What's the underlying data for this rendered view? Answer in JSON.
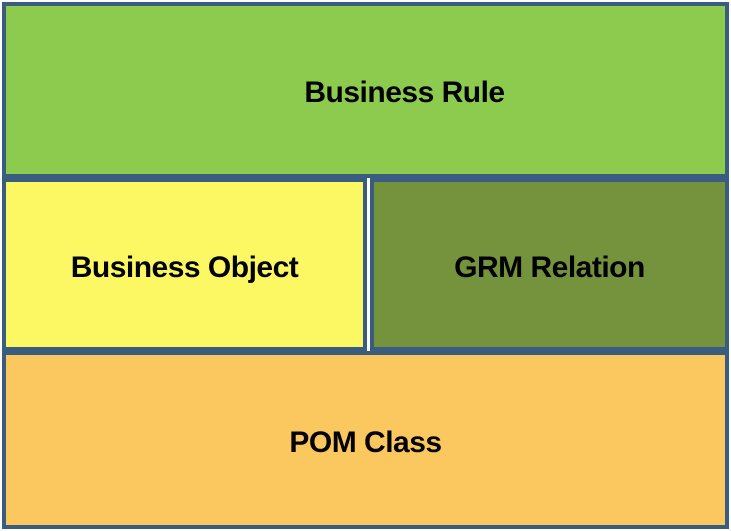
{
  "diagram": {
    "border_color": "#3A5C80",
    "label_color": "#000000",
    "blocks": {
      "business_rule": {
        "label": "Business Rule",
        "fill": "#8DCB4F"
      },
      "business_object": {
        "label": "Business Object",
        "fill": "#FBF863"
      },
      "grm_relation": {
        "label": "GRM Relation",
        "fill": "#75923C"
      },
      "pom_class": {
        "label": "POM Class",
        "fill": "#FBC85F"
      }
    }
  }
}
